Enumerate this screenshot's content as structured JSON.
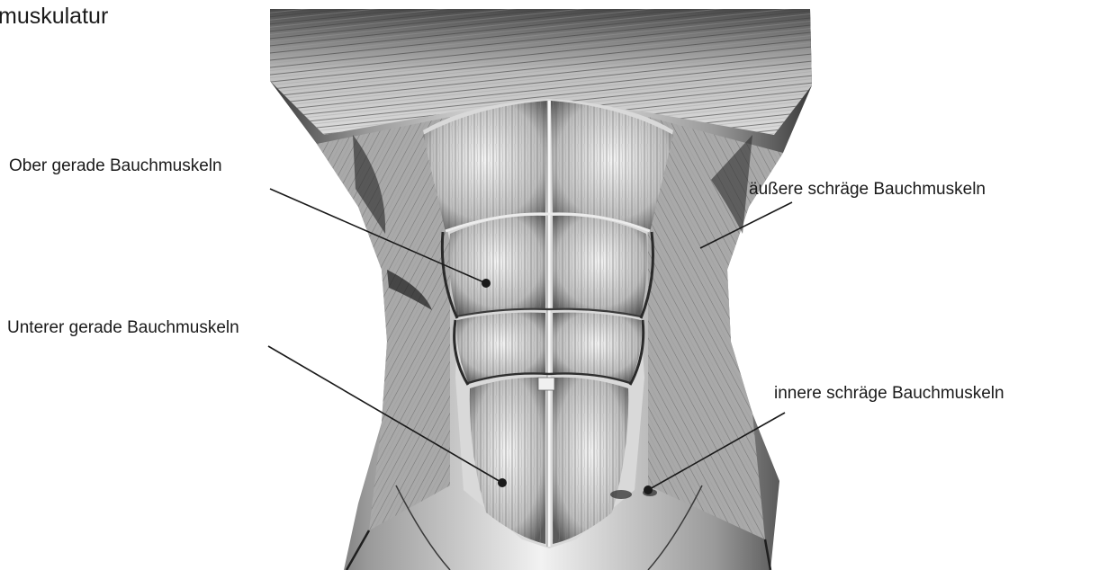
{
  "title": "muskulatur",
  "labels": {
    "upper_rectus": "Ober gerade Bauchmuskeln",
    "lower_rectus": "Unterer gerade Bauchmuskeln",
    "external_oblique": "äußere schräge Bauchmuskeln",
    "internal_oblique": "innere schräge Bauchmuskeln"
  },
  "colors": {
    "text": "#1a1a1a",
    "leader": "#1a1a1a",
    "muscle_dark": "#2b2b2b",
    "muscle_mid": "#8a8a8a",
    "muscle_light": "#e9e9e9"
  }
}
